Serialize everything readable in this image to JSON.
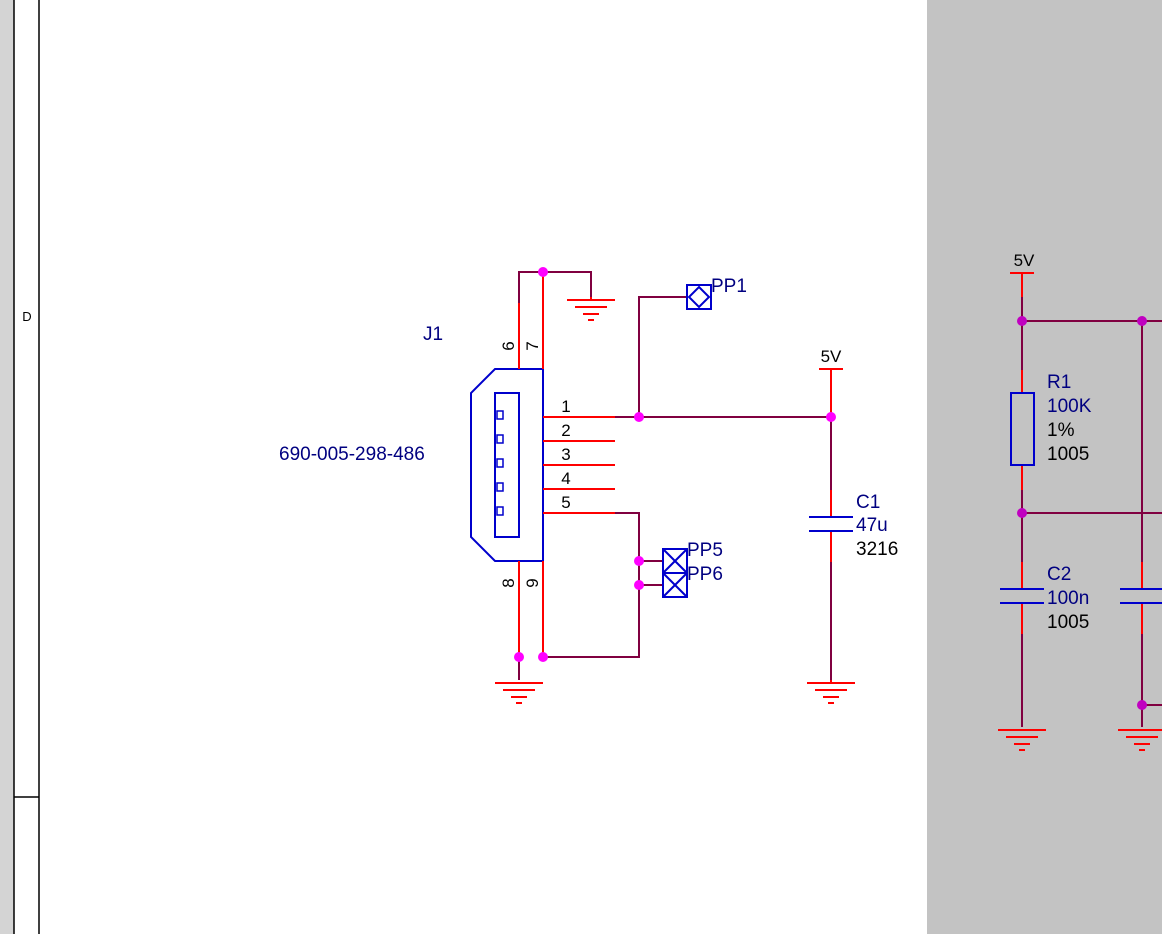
{
  "frame": {
    "zone_label": "D"
  },
  "colors": {
    "wire": "#800040",
    "pin": "#ff0000",
    "junction": "#ff00ff",
    "junction_gray": "#c000c0",
    "part": "#0000cc",
    "label_text": "#000080",
    "pin_number": "#000000",
    "gray_panel": "#c3c3c3"
  },
  "connector": {
    "designator": "J1",
    "part_number": "690-005-298-486",
    "signal_pins": [
      "1",
      "2",
      "3",
      "4",
      "5"
    ],
    "top_pins": [
      "6",
      "7"
    ],
    "bottom_pins": [
      "8",
      "9"
    ]
  },
  "test_points": [
    "PP1",
    "PP5",
    "PP6"
  ],
  "capacitor_c1": {
    "designator": "C1",
    "value": "47u",
    "package": "3216"
  },
  "power_label_main": "5V",
  "right_panel": {
    "power_label": "5V",
    "resistor": {
      "designator": "R1",
      "value": "100K",
      "tolerance": "1%",
      "package": "1005"
    },
    "capacitor": {
      "designator": "C2",
      "value": "100n",
      "package": "1005"
    }
  }
}
